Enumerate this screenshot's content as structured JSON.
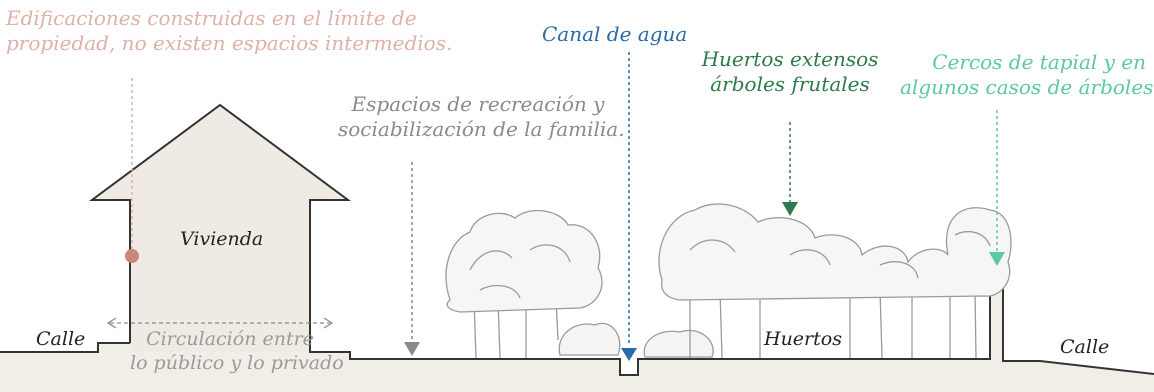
{
  "labels": {
    "edificaciones_line1": "Edificaciones construidas en el límite de",
    "edificaciones_line2": "propiedad, no existen espacios intermedios.",
    "canal": "Canal de agua",
    "huertos_ext_line1": "Huertos extensos",
    "huertos_ext_line2": "árboles frutales",
    "cercos_line1": "Cercos de tapial y en",
    "cercos_line2": "algunos casos de árboles.",
    "espacios_line1": "Espacios de recreación y",
    "espacios_line2": "sociabilización de la familia.",
    "vivienda": "Vivienda",
    "calle_left": "Calle",
    "calle_right": "Calle",
    "circulacion_line1": "Circulación entre",
    "circulacion_line2": "lo público y lo privado",
    "huertos": "Huertos"
  },
  "colors": {
    "pink": "#e0b1a7",
    "pink_dot": "#c98778",
    "blue": "#2b6aa8",
    "green": "#2f7a4b",
    "teal": "#5cc8a4",
    "gray": "#8a8a8a",
    "ground_fill": "#f1eee8",
    "house_fill": "#efebe4",
    "outline": "#333333"
  }
}
